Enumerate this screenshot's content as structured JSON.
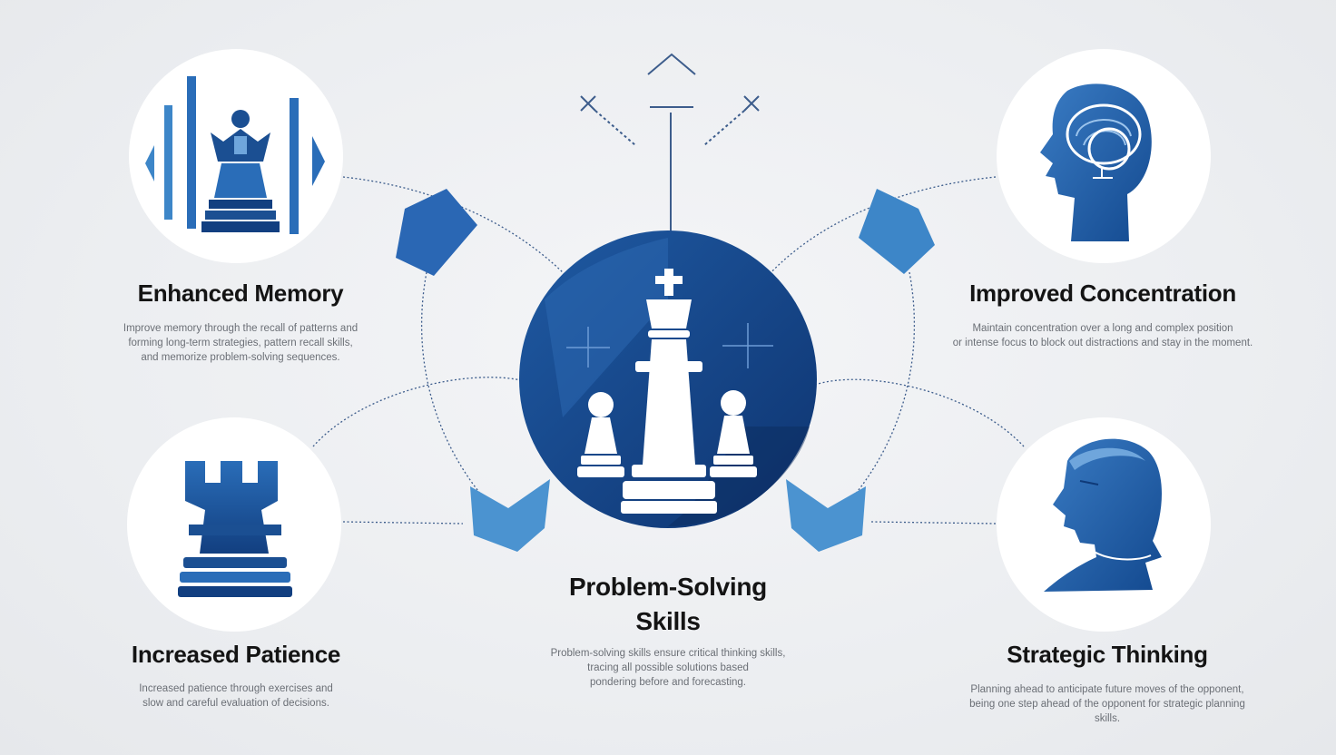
{
  "colors": {
    "navy": "#1b4f92",
    "deep": "#0f3a78",
    "mid": "#2f6fb8",
    "light": "#4f95d0",
    "line": "#3d5d8c"
  },
  "center": {
    "title_line1": "Problem-Solving",
    "title_line2": "Skills",
    "description": [
      "Problem-solving skills ensure critical thinking skills,",
      "tracing all possible solutions based",
      "pondering before and forecasting."
    ]
  },
  "benefits": {
    "memory": {
      "title": "Enhanced Memory",
      "icon": "chess-queen-icon",
      "description": [
        "Improve memory through the recall of patterns and",
        "forming long-term strategies, pattern recall skills,",
        "and memorize problem-solving sequences."
      ]
    },
    "concentration": {
      "title": "Improved Concentration",
      "icon": "brain-head-icon",
      "description": [
        "Maintain concentration over a long and complex position",
        "or intense focus to block out distractions and stay in the moment."
      ]
    },
    "patience": {
      "title": "Increased Patience",
      "icon": "chess-rook-icon",
      "description": [
        "Increased patience through exercises and",
        "slow and careful evaluation of decisions."
      ]
    },
    "strategic": {
      "title": "Strategic Thinking",
      "icon": "thinker-head-icon",
      "description": [
        "Planning ahead to anticipate future moves of the opponent,",
        "being one step ahead of the opponent for strategic planning",
        "skills."
      ]
    }
  }
}
